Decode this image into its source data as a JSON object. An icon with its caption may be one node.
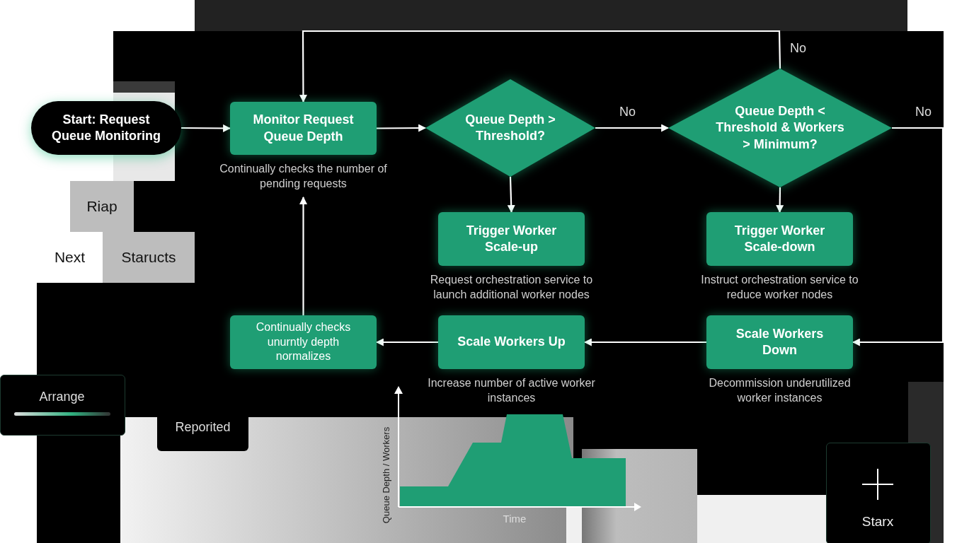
{
  "diagram": {
    "nodes": [
      {
        "text": [
          "Start: Request Queue Monitoring"
        ]
      },
      {
        "text": [
          "Monitor Request Queue Depth"
        ],
        "beside": [
          "Continually checks the number of pending requests"
        ]
      },
      {
        "text": [
          "Queue Depth > Threshold?"
        ]
      },
      {
        "text": [
          "Queue Depth < Threshold & Workers > Minimum?"
        ]
      },
      {
        "text": [
          "Trigger Worker Scale-up"
        ],
        "beside": [
          "Request orchestration service to launch additional worker nodes"
        ]
      },
      {
        "text": [
          "Trigger Worker Scale-down"
        ],
        "beside": [
          "Instruct orchestration service to reduce worker nodes"
        ]
      },
      {
        "text": [
          "Continually checks unurntly depth normalizes"
        ]
      },
      {
        "text": [
          "Scale Workers Up"
        ],
        "beside": [
          "Increase number of active worker instances"
        ]
      },
      {
        "text": [
          "Scale Workers Down"
        ],
        "beside": [
          "Decommission underutilized worker instances"
        ]
      }
    ],
    "edges": [
      {
        "from": 0,
        "to": 1,
        "arrow": "to"
      },
      {
        "from": 1,
        "to": 2,
        "arrow": "to"
      },
      {
        "from": 2,
        "to": 3,
        "arrow": "to",
        "label": "No"
      },
      {
        "from": 2,
        "to": 4,
        "arrow": "to"
      },
      {
        "from": 3,
        "to": 5,
        "arrow": "to"
      },
      {
        "from": 3,
        "to": 1,
        "arrow": "to",
        "label": "No"
      },
      {
        "from": 3,
        "to": 8,
        "arrow": "to",
        "label": "No"
      },
      {
        "from": 8,
        "to": 7,
        "arrow": "to"
      },
      {
        "from": 7,
        "to": 6,
        "arrow": "to"
      },
      {
        "from": 6,
        "to": 1,
        "arrow": "to"
      }
    ],
    "labels": [
      "Riap",
      "Next",
      "Staructs",
      "Arrange",
      "Reporited",
      "Queue Depth / Workers",
      "Time",
      "Starx"
    ]
  }
}
